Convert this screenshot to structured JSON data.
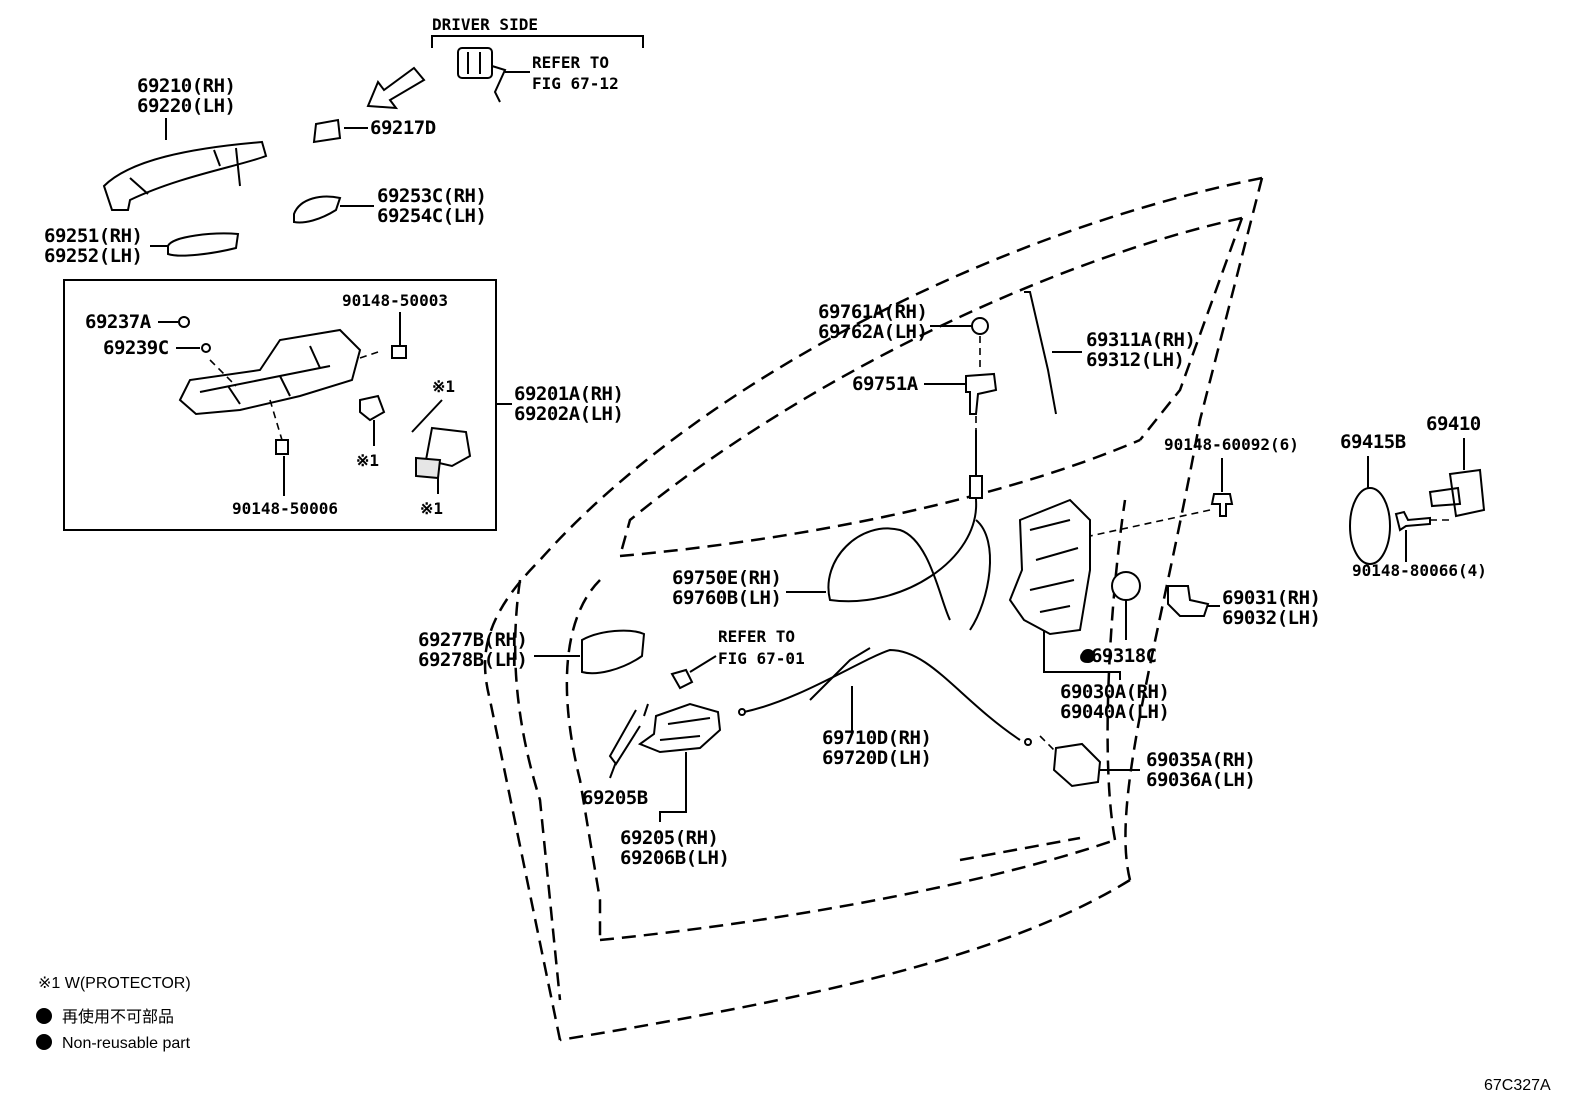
{
  "header": {
    "driver_side": "DRIVER SIDE"
  },
  "refs": {
    "refer_to_line1": "REFER TO",
    "refer_fig_67_12": "FIG 67-12",
    "refer_fig_67_01": "FIG 67-01"
  },
  "labels": {
    "p69210": "69210(RH)",
    "p69220": "69220(LH)",
    "p69217d": "69217D",
    "p69253c": "69253C(RH)",
    "p69254c": "69254C(LH)",
    "p69251": "69251(RH)",
    "p69252": "69252(LH)",
    "p69237a": "69237A",
    "p69239c": "69239C",
    "b9014850003": "90148-50003",
    "b9014850006": "90148-50006",
    "p69201a": "69201A(RH)",
    "p69202a": "69202A(LH)",
    "mark1": "※1",
    "p69761a": "69761A(RH)",
    "p69762a": "69762A(LH)",
    "p69751a": "69751A",
    "p69311a": "69311A(RH)",
    "p69312": "69312(LH)",
    "b9014860092": "90148-60092(6)",
    "p69415b": "69415B",
    "p69410": "69410",
    "b9014880066": "90148-80066(4)",
    "p69750e": "69750E(RH)",
    "p69760b": "69760B(LH)",
    "p69031": "69031(RH)",
    "p69032": "69032(LH)",
    "p69318c": "●69318C",
    "p69030a": "69030A(RH)",
    "p69040a": "69040A(LH)",
    "p69277b": "69277B(RH)",
    "p69278b": "69278B(LH)",
    "p69710d": "69710D(RH)",
    "p69720d": "69720D(LH)",
    "p69035a": "69035A(RH)",
    "p69036a": "69036A(LH)",
    "p69205b": "69205B",
    "p69205": "69205(RH)",
    "p69206b": "69206B(LH)"
  },
  "legend": {
    "protector": "※1 W(PROTECTOR)",
    "non_reusable_jp": "再使用不可部品",
    "non_reusable_en": "Non-reusable part"
  },
  "figure_code": "67C327A"
}
